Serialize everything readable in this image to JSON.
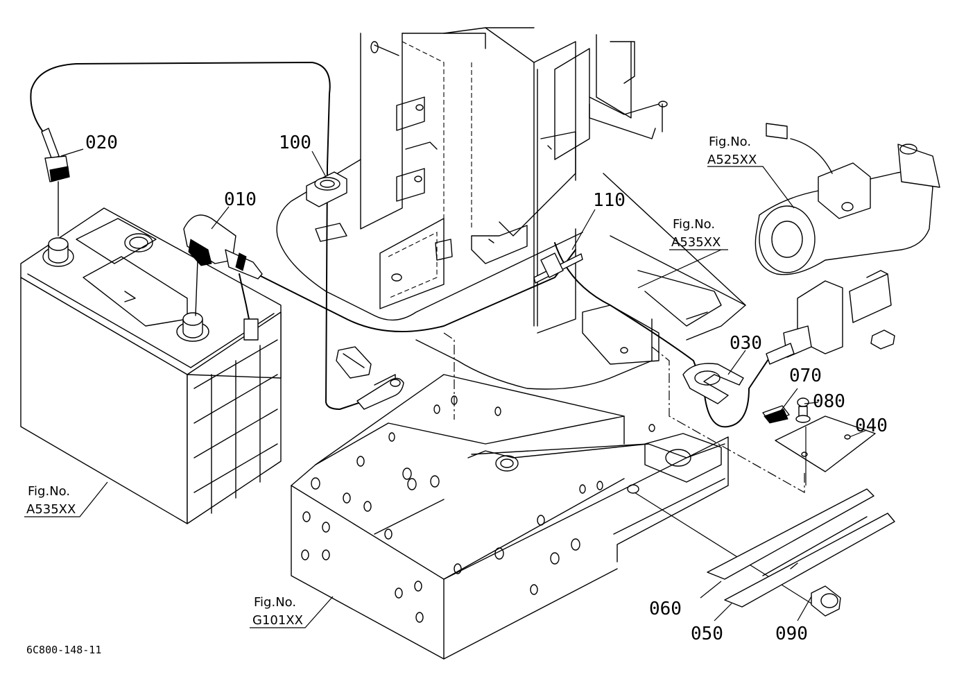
{
  "parts": [
    {
      "id": "010",
      "label": "010"
    },
    {
      "id": "020",
      "label": "020"
    },
    {
      "id": "030",
      "label": "030"
    },
    {
      "id": "040",
      "label": "040"
    },
    {
      "id": "050",
      "label": "050"
    },
    {
      "id": "060",
      "label": "060"
    },
    {
      "id": "070",
      "label": "070"
    },
    {
      "id": "080",
      "label": "080"
    },
    {
      "id": "090",
      "label": "090"
    },
    {
      "id": "100",
      "label": "100"
    },
    {
      "id": "110",
      "label": "110"
    }
  ],
  "figure_refs": [
    {
      "fig": "Fig.No.",
      "code": "A525XX"
    },
    {
      "fig": "Fig.No.",
      "code": "A535XX"
    },
    {
      "fig": "Fig.No.",
      "code": "A535XX"
    },
    {
      "fig": "Fig.No.",
      "code": "G101XX"
    }
  ],
  "drawing_code": "6C800-148-11"
}
